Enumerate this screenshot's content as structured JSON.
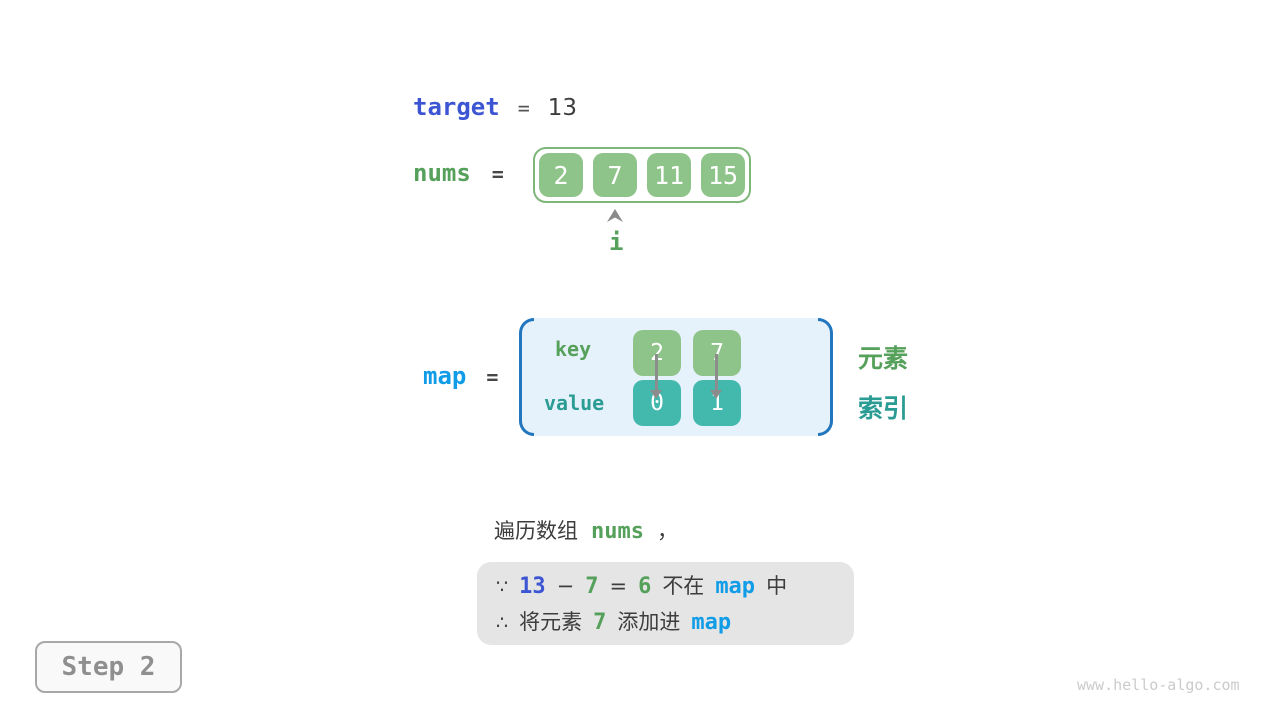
{
  "colors": {
    "royal_blue": "#3C55D3",
    "green_text": "#55A05A",
    "green_box_fill": "#8EC48A",
    "green_box_border": "#7FB77B",
    "teal_box_fill": "#43B9AE",
    "teal_text": "#2B9C93",
    "map_label_blue": "#119CE8",
    "bracket_blue": "#2276BD",
    "map_background": "#E6F2FB",
    "dark_text": "#3D3D3D",
    "arrow_gray": "#8C8C8C",
    "note_background": "#E5E5E5"
  },
  "target_row": {
    "label": "target",
    "eq": "=",
    "value": "13"
  },
  "nums_row": {
    "label": "nums",
    "eq": "=",
    "cells": [
      "2",
      "7",
      "11",
      "15"
    ],
    "pointer": "i"
  },
  "map_row": {
    "label": "map",
    "eq": "=",
    "key_label": "key",
    "value_label": "value",
    "keys": [
      "2",
      "7"
    ],
    "values": [
      "0",
      "1"
    ],
    "element_label": "元素",
    "index_label": "索引"
  },
  "caption": {
    "text": "遍历数组",
    "code": "nums",
    "comma": "，"
  },
  "note": {
    "line1": {
      "because": "∵",
      "target": "13",
      "minus": "−",
      "num": "7",
      "eq": "=",
      "diff": "6",
      "not_in": "不在",
      "map": "map",
      "suffix": "中"
    },
    "line2": {
      "therefore": "∴",
      "prefix": "将元素",
      "num": "7",
      "verb": "添加进",
      "map": "map"
    }
  },
  "step_button": {
    "label": "Step 2"
  },
  "watermark": "www.hello-algo.com"
}
